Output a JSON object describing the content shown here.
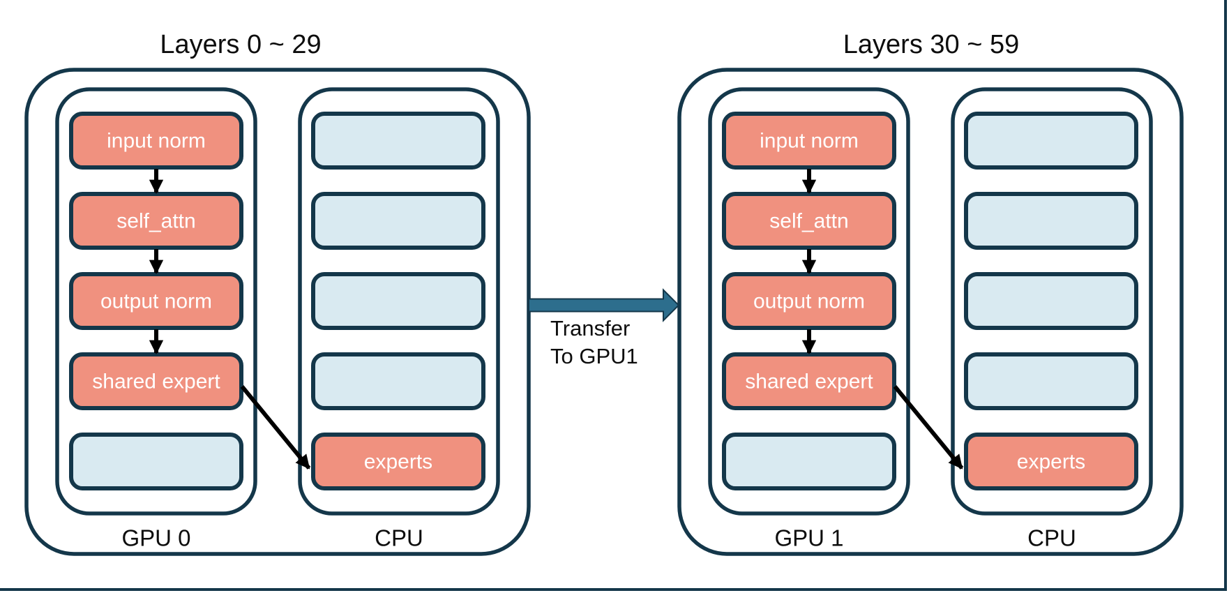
{
  "diagram": {
    "groups": [
      {
        "title": "Layers 0 ~ 29",
        "gpu": {
          "label": "GPU 0",
          "boxes": [
            "input norm",
            "self_attn",
            "output norm",
            "shared expert",
            ""
          ]
        },
        "cpu": {
          "label": "CPU",
          "boxes": [
            "",
            "",
            "",
            "",
            "experts"
          ]
        }
      },
      {
        "title": "Layers 30 ~ 59",
        "gpu": {
          "label": "GPU 1",
          "boxes": [
            "input norm",
            "self_attn",
            "output norm",
            "shared expert",
            ""
          ]
        },
        "cpu": {
          "label": "CPU",
          "boxes": [
            "",
            "",
            "",
            "",
            "experts"
          ]
        }
      }
    ],
    "transfer": {
      "line1": "Transfer",
      "line2": "To GPU1"
    },
    "colors": {
      "outline": "#14374a",
      "module_fill": "#f0917f",
      "empty_fill": "#d9eaf1",
      "transfer_arrow_fill": "#2d6e8d",
      "flow_arrow": "#000000",
      "box_text": "#ffffff",
      "label_text": "#0d0d0d",
      "page_border": "#14374a",
      "background": "#ffffff"
    }
  }
}
